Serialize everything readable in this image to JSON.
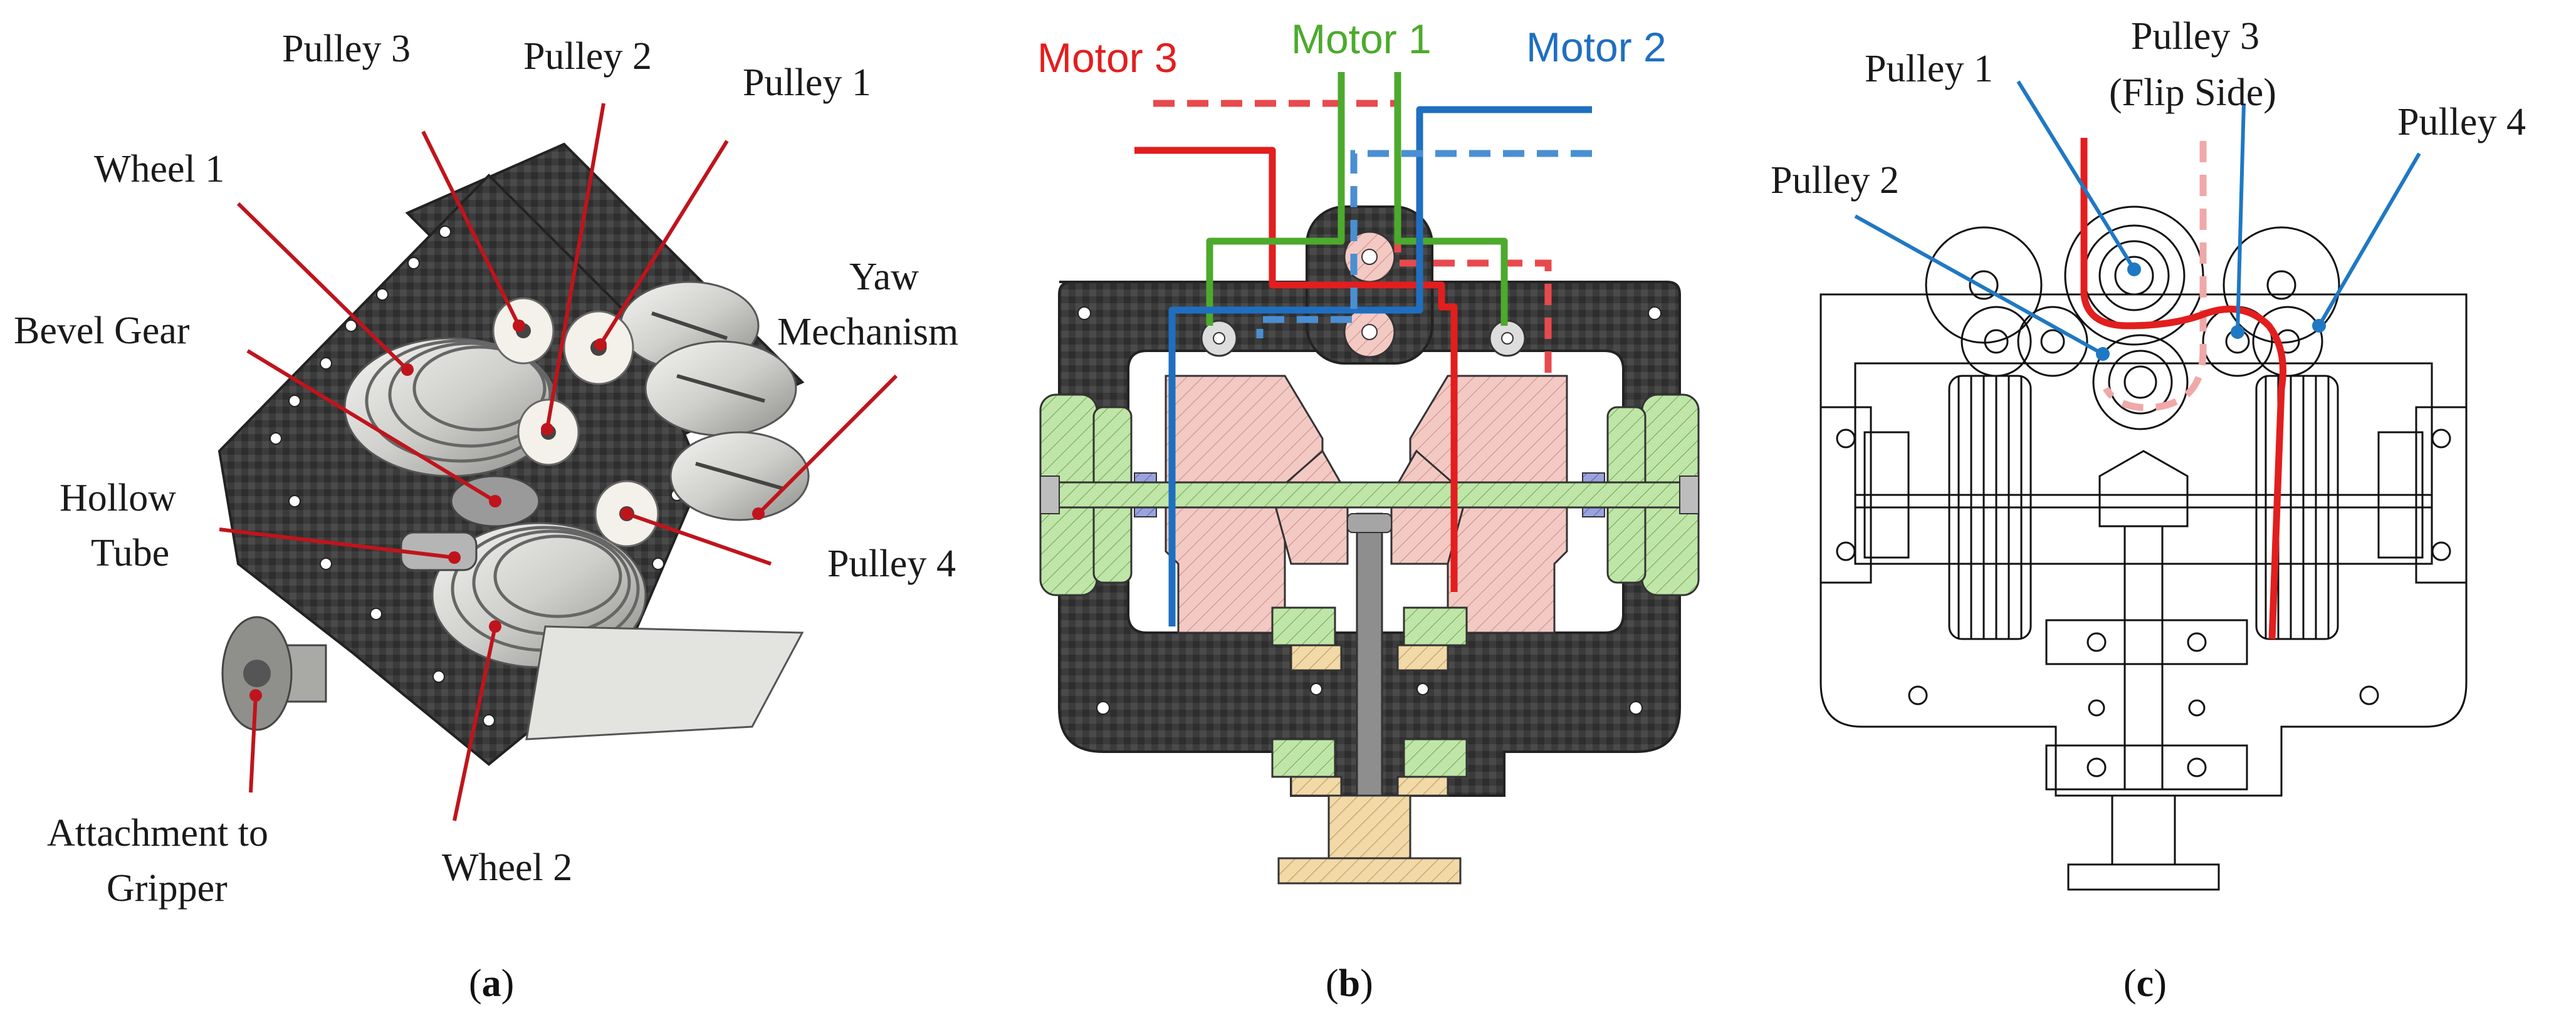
{
  "colors": {
    "leader_red": "#c0141c",
    "leader_blue": "#1f78c4",
    "motor1": "#4caa2c",
    "motor2": "#1f6fc0",
    "motor3": "#e21e1e",
    "carbon": "#3a3a3a",
    "pink_part": "#f3c9c4",
    "green_part": "#bfe6a8",
    "tan_part": "#f1d9a8",
    "blue_part": "#9aa3dd"
  },
  "panel_a": {
    "caption_open": "(",
    "caption_letter": "a",
    "caption_close": ")",
    "labels": {
      "pulley3": "Pulley 3",
      "pulley2": "Pulley 2",
      "pulley1": "Pulley 1",
      "wheel1": "Wheel 1",
      "yaw_line1": "Yaw",
      "yaw_line2": "Mechanism",
      "bevel": "Bevel Gear",
      "hollow_line1": "Hollow",
      "hollow_line2": "Tube",
      "pulley4": "Pulley 4",
      "attach_line1": "Attachment to",
      "attach_line2": "Gripper",
      "wheel2": "Wheel 2"
    }
  },
  "panel_b": {
    "caption_open": "(",
    "caption_letter": "b",
    "caption_close": ")",
    "motor3": "Motor 3",
    "motor1": "Motor 1",
    "motor2": "Motor 2"
  },
  "panel_c": {
    "caption_open": "(",
    "caption_letter": "c",
    "caption_close": ")",
    "labels": {
      "pulley1": "Pulley 1",
      "pulley3_line1": "Pulley 3",
      "pulley3_line2": "(Flip Side)",
      "pulley4": "Pulley 4",
      "pulley2": "Pulley 2"
    }
  }
}
